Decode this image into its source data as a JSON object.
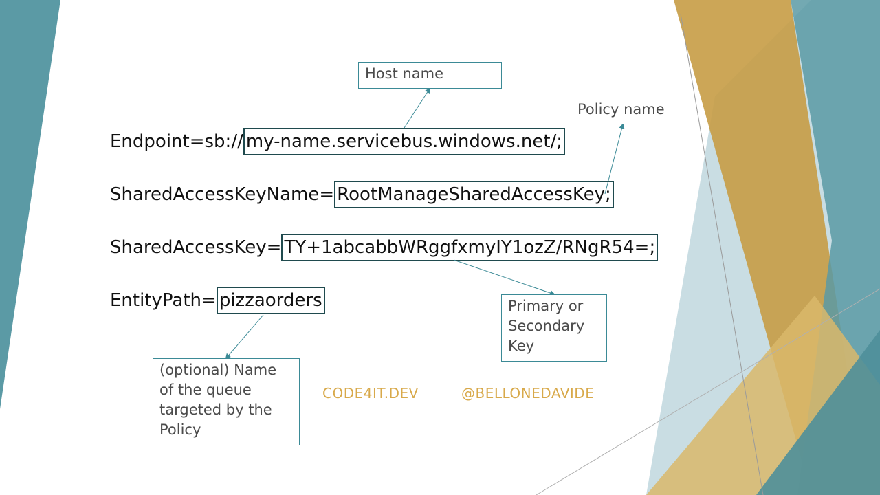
{
  "colors": {
    "teal": "#5b9aa5",
    "teal_light": "#a9c9d1",
    "gold": "#c69c45",
    "gold_light": "#d9b86b",
    "box_border": "#1f4a4e",
    "callout_border": "#3b8a96",
    "accent_text": "#d8a94a"
  },
  "lines": {
    "endpoint": {
      "key": "Endpoint=sb://",
      "value": "my-name.servicebus.windows.net/;"
    },
    "key_name": {
      "key": "SharedAccessKeyName=",
      "value": "RootManageSharedAccessKey;"
    },
    "access_key": {
      "key": "SharedAccessKey=",
      "value": "TY+1abcabbWRggfxmyIY1ozZ/RNgR54=;"
    },
    "entity_path": {
      "key": "EntityPath=",
      "value": "pizzaorders"
    }
  },
  "callouts": {
    "host_name": "Host name",
    "policy_name": "Policy name",
    "key_note": "Primary or Secondary Key",
    "queue_note": "(optional) Name of the queue targeted by the Policy"
  },
  "footer": {
    "site": "CODE4IT.DEV",
    "handle": "@BELLONEDAVIDE"
  }
}
